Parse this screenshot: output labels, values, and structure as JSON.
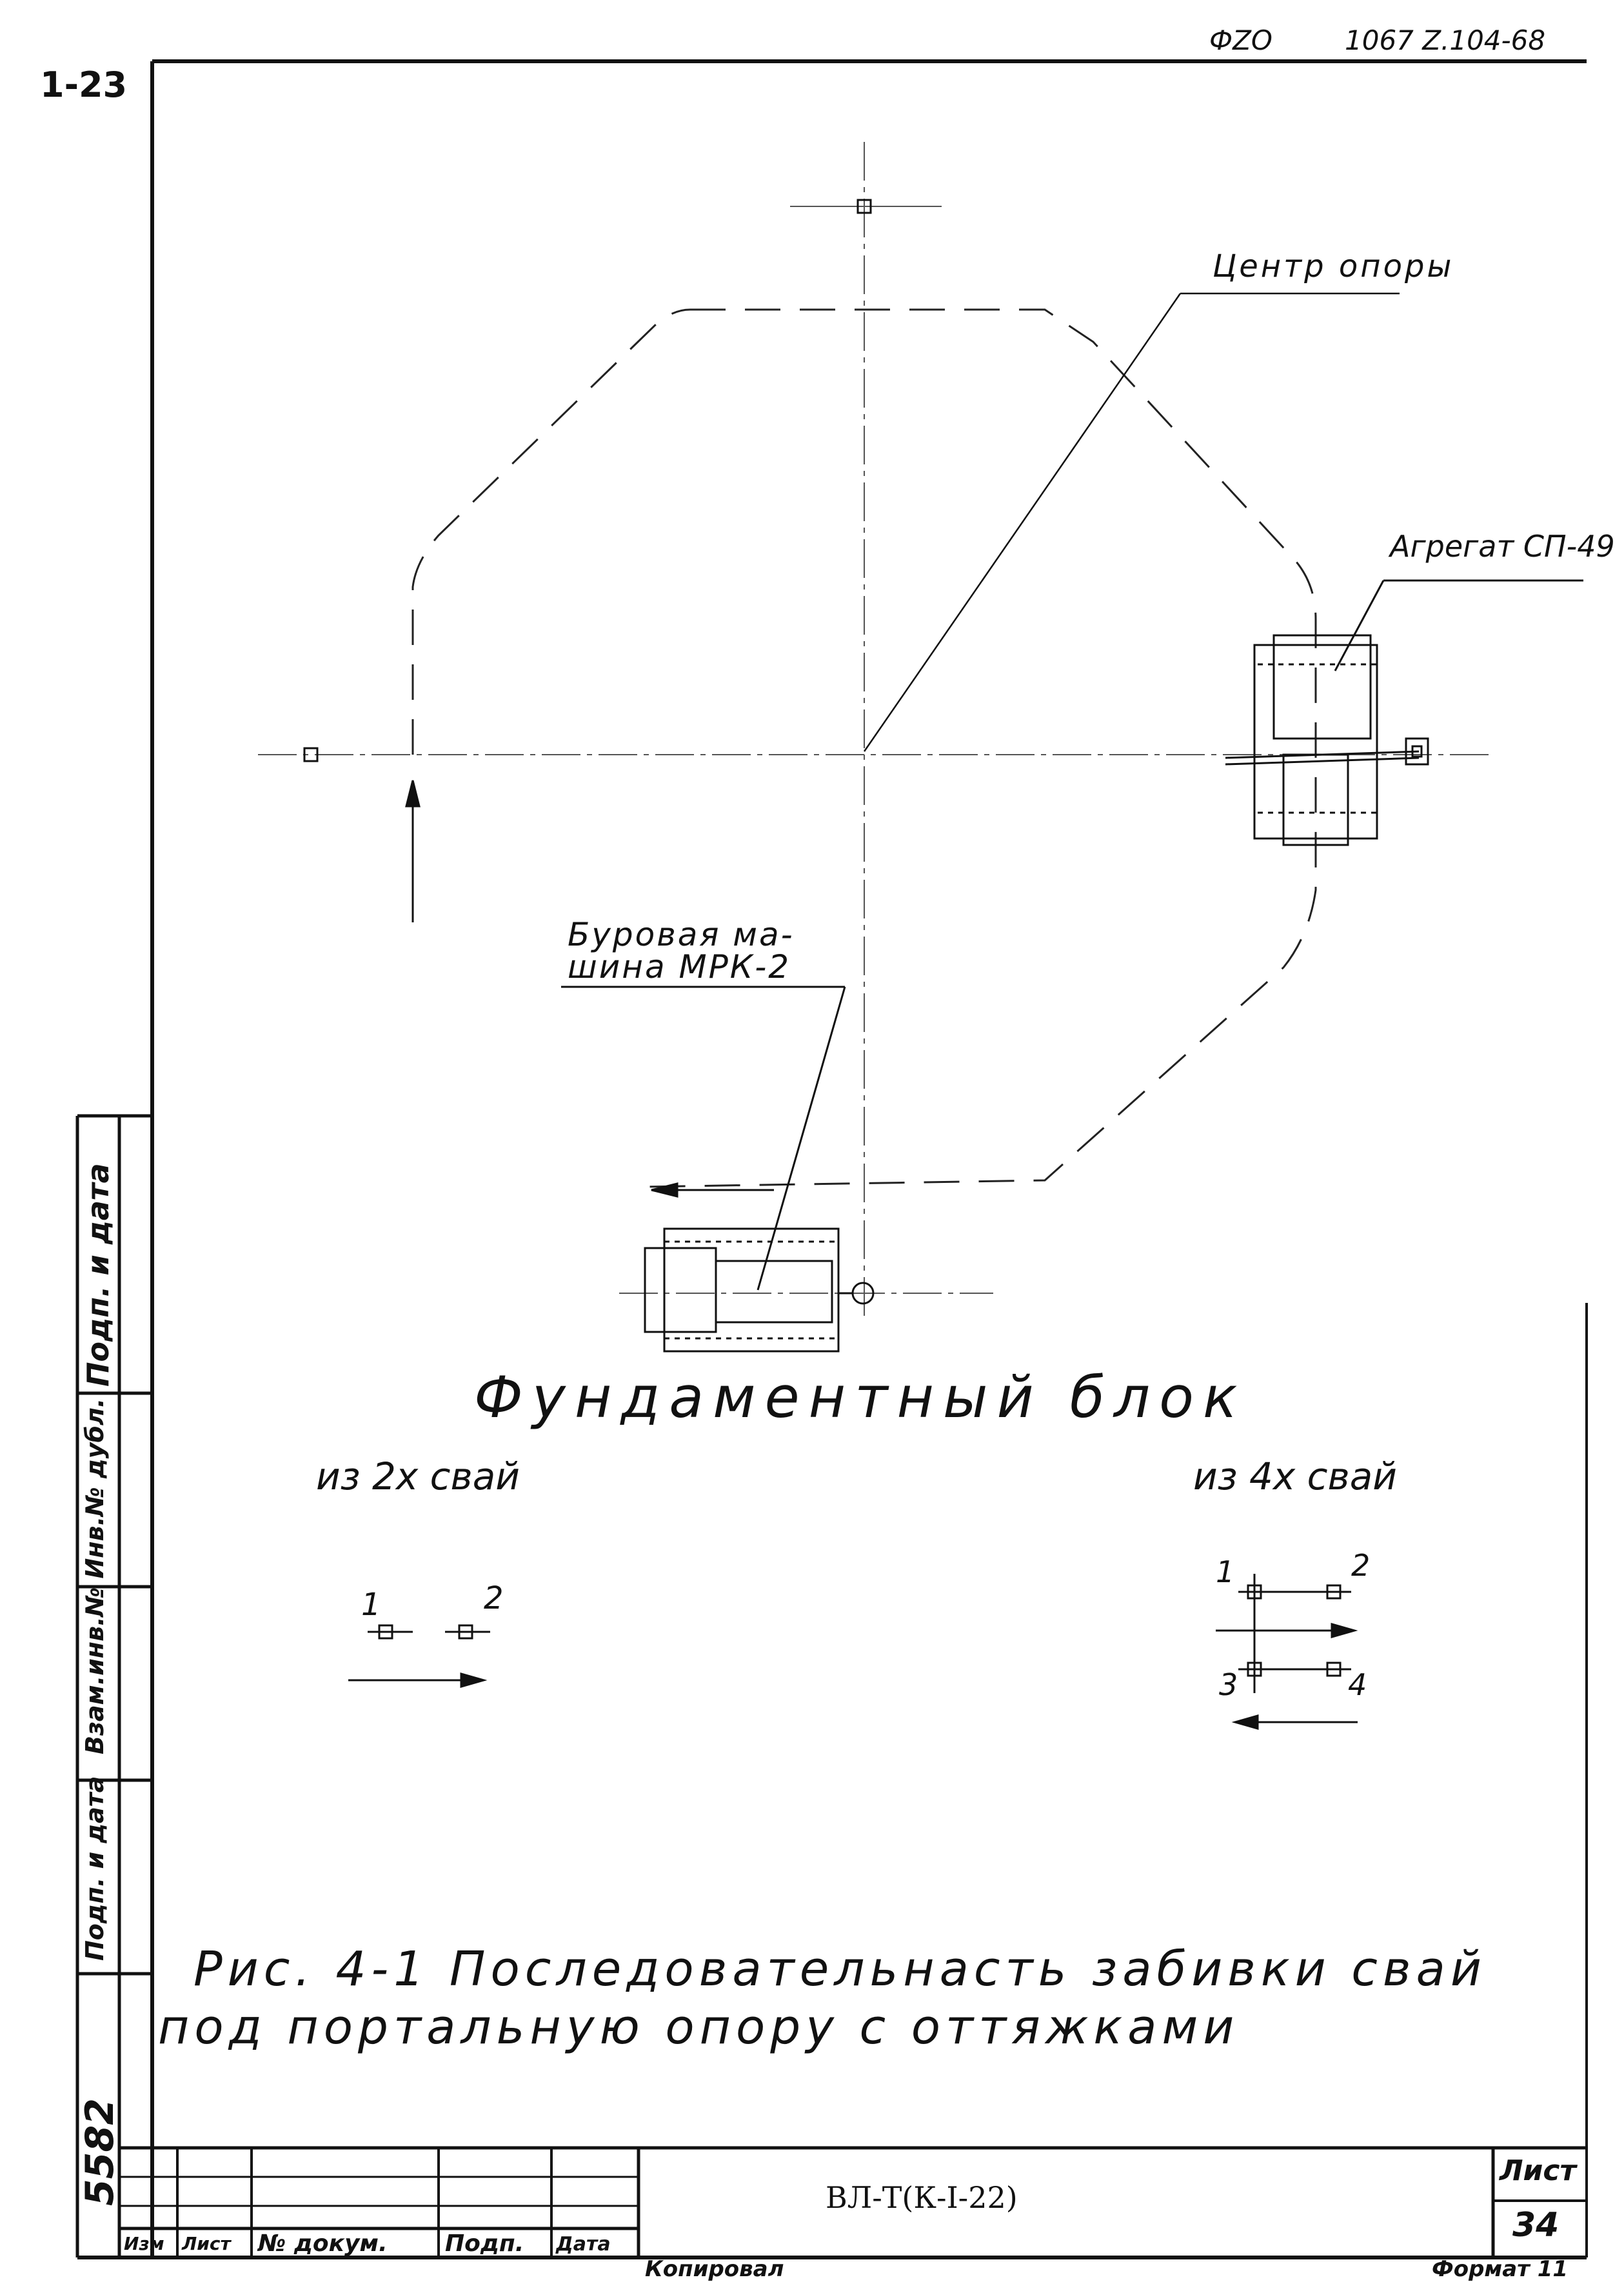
{
  "header": {
    "corner_mark": "1-23",
    "top_right_code": "ФZO",
    "top_right_number": "1067 Z.104-68"
  },
  "labels": {
    "support_center": "Центр опоры",
    "unit": "Агрегат СП-49",
    "drill_machine_line1": "Буровая ма-",
    "drill_machine_line2": "шина МРК-2",
    "foundation_block": "Фундаментный блок",
    "from_two_piles": "из 2х свай",
    "from_four_piles": "из 4х свай"
  },
  "piles_two": [
    "1",
    "2"
  ],
  "piles_four": [
    "1",
    "2",
    "3",
    "4"
  ],
  "caption": {
    "line1": "Рис. 4-1 Последовательнасть забивки свай",
    "line2": "под портальную опору с оттяжками"
  },
  "left_margin": {
    "label_sign_date": "Подп. и дата",
    "label_exchange": "Взам.инв.№ Инв.№ дубл.",
    "label_sign_date_2": "Подп. и дата",
    "inventory_number": "5582"
  },
  "title_block": {
    "document_code": "ВЛ-Т(К-I-22)",
    "sheet_label": "Лист",
    "sheet_number": "34",
    "col_change": "Изм",
    "col_sheet": "Лист",
    "col_doc_no": "№ докум.",
    "col_sign": "Подп.",
    "col_date": "Дата"
  },
  "footer": {
    "copied": "Копировал",
    "format": "Формат 11"
  }
}
